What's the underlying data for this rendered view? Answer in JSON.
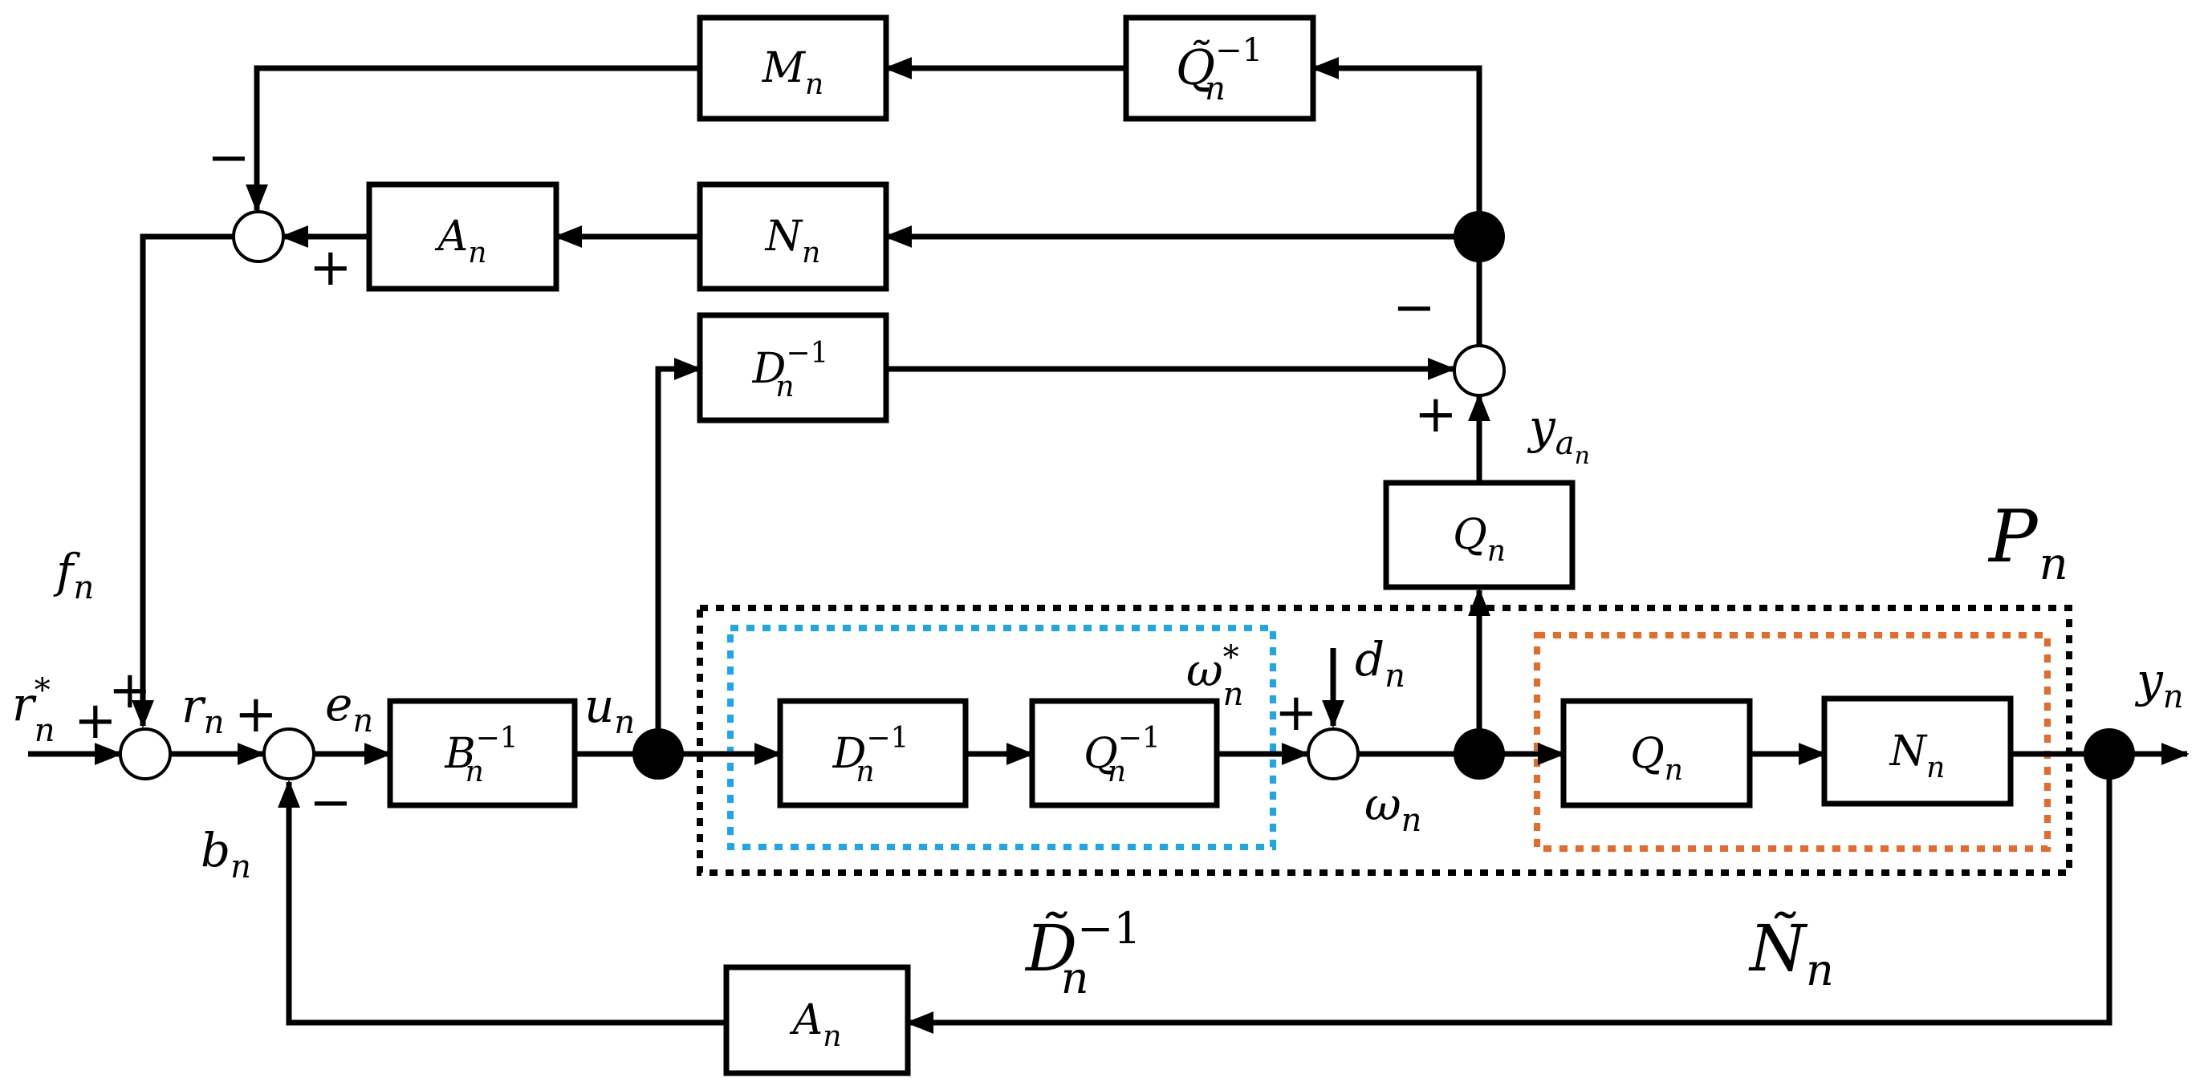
{
  "diagram": {
    "blocks": {
      "m_n": {
        "main": "M",
        "sub": "n",
        "sup": ""
      },
      "q_tilde_inv": {
        "main": "Q̃",
        "sub": "n",
        "sup": "−1"
      },
      "a_n_top": {
        "main": "A",
        "sub": "n",
        "sup": ""
      },
      "n_n_top": {
        "main": "N",
        "sub": "n",
        "sup": ""
      },
      "d_inv_top": {
        "main": "D",
        "sub": "n",
        "sup": "−1"
      },
      "b_inv": {
        "main": "B",
        "sub": "n",
        "sup": "−1"
      },
      "q_n_mid": {
        "main": "Q",
        "sub": "n",
        "sup": ""
      },
      "d_inv_inner": {
        "main": "D",
        "sub": "n",
        "sup": "−1"
      },
      "q_inv_inner": {
        "main": "Q",
        "sub": "n",
        "sup": "−1"
      },
      "q_n_inner": {
        "main": "Q",
        "sub": "n",
        "sup": ""
      },
      "n_n_inner": {
        "main": "N",
        "sub": "n",
        "sup": ""
      },
      "a_n_bottom": {
        "main": "A",
        "sub": "n",
        "sup": ""
      }
    },
    "signals": {
      "r_star": {
        "main": "r",
        "sub": "n",
        "sup": "*"
      },
      "r": {
        "main": "r",
        "sub": "n",
        "sup": ""
      },
      "e": {
        "main": "e",
        "sub": "n",
        "sup": ""
      },
      "u": {
        "main": "u",
        "sub": "n",
        "sup": ""
      },
      "f": {
        "main": "f",
        "sub": "n",
        "sup": ""
      },
      "b": {
        "main": "b",
        "sub": "n",
        "sup": ""
      },
      "d": {
        "main": "d",
        "sub": "n",
        "sup": ""
      },
      "omega_star": {
        "main": "ω",
        "sub": "n",
        "sup": "*"
      },
      "omega": {
        "main": "ω",
        "sub": "n",
        "sup": ""
      },
      "y": {
        "main": "y",
        "sub": "n",
        "sup": ""
      },
      "y_a": {
        "main": "y",
        "sub": "a",
        "subsub": "n"
      }
    },
    "groups": {
      "plant": {
        "main": "P",
        "sub": "n",
        "sup": ""
      },
      "d_tilde_inv": {
        "main": "D̃",
        "sub": "n",
        "sup": "−1"
      },
      "n_tilde": {
        "main": "Ñ",
        "sub": "n",
        "sup": ""
      }
    },
    "signs": {
      "plus": "+",
      "minus": "−"
    },
    "colors": {
      "blue_group": "#1ea7e8",
      "orange_group": "#e8692a",
      "black_group": "#000000"
    }
  }
}
